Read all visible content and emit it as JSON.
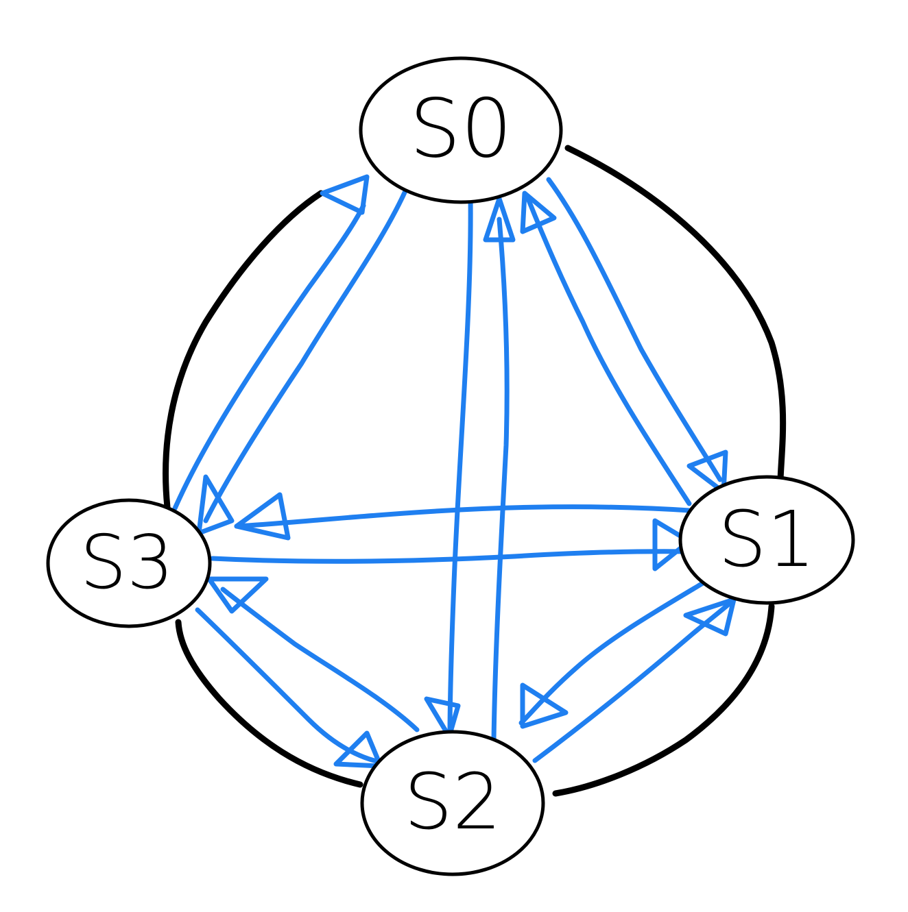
{
  "diagram": {
    "colors": {
      "edge": "#1F7FF0",
      "outline": "#000000",
      "background": "#FFFFFF"
    },
    "nodes": [
      {
        "id": "S0",
        "label": "S0"
      },
      {
        "id": "S1",
        "label": "S1"
      },
      {
        "id": "S2",
        "label": "S2"
      },
      {
        "id": "S3",
        "label": "S3"
      }
    ],
    "edges": [
      {
        "from": "S0",
        "to": "S1"
      },
      {
        "from": "S1",
        "to": "S0"
      },
      {
        "from": "S0",
        "to": "S2"
      },
      {
        "from": "S2",
        "to": "S0"
      },
      {
        "from": "S0",
        "to": "S3"
      },
      {
        "from": "S3",
        "to": "S0"
      },
      {
        "from": "S1",
        "to": "S3"
      },
      {
        "from": "S3",
        "to": "S1"
      },
      {
        "from": "S1",
        "to": "S2"
      },
      {
        "from": "S2",
        "to": "S1"
      },
      {
        "from": "S2",
        "to": "S3"
      },
      {
        "from": "S3",
        "to": "S2"
      }
    ]
  }
}
